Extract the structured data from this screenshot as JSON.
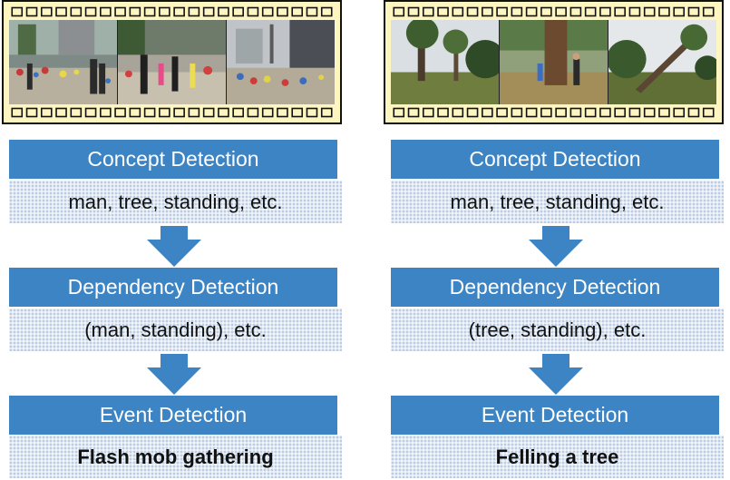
{
  "colors": {
    "header_blue": "#3c84c3",
    "body_light": "#dfe8f3",
    "film_yellow": "#fdf6c0"
  },
  "columns": [
    {
      "filmstrip": {
        "frames": [
          "crowd-in-plaza",
          "crowd-dancing",
          "crowd-near-building"
        ]
      },
      "stages": [
        {
          "header": "Concept Detection",
          "body": "man, tree, standing, etc."
        },
        {
          "header": "Dependency Detection",
          "body": "(man, standing), etc."
        },
        {
          "header": "Event Detection",
          "body": "Flash mob gathering"
        }
      ]
    },
    {
      "filmstrip": {
        "frames": [
          "trees-in-forest",
          "man-cutting-tree",
          "tree-falling"
        ]
      },
      "stages": [
        {
          "header": "Concept Detection",
          "body": "man, tree, standing, etc."
        },
        {
          "header": "Dependency Detection",
          "body": "(tree, standing), etc."
        },
        {
          "header": "Event Detection",
          "body": "Felling a tree"
        }
      ]
    }
  ]
}
